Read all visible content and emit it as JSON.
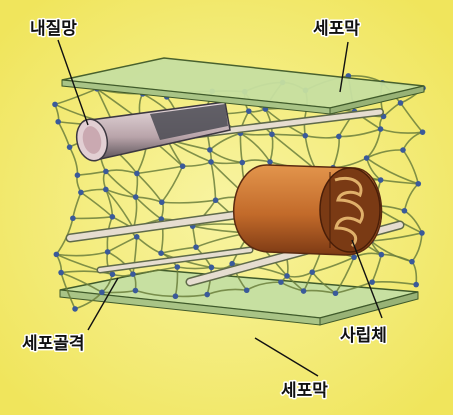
{
  "labels": {
    "er": "내질망",
    "membrane_top": "세포막",
    "cytoskeleton": "세포골격",
    "mitochondrion": "사립체",
    "membrane_bottom": "세포막"
  },
  "colors": {
    "background": "#f3ec74",
    "membrane": "#c7e0a1",
    "membrane_edge": "#3f5a2a",
    "network": "#6b7f3c",
    "network_node": "#3a5a9a",
    "er_tube": "#d8c2c6",
    "er_dark": "#4a4a52",
    "mitochondrion": "#c26a2a",
    "mitochondrion_dark": "#6a2e10",
    "filament": "#e6ddd0"
  },
  "icons": {
    "membrane_top": "plane",
    "membrane_bottom": "plane",
    "er": "tube",
    "mitochondrion": "capsule",
    "cytoskeleton": "mesh"
  }
}
